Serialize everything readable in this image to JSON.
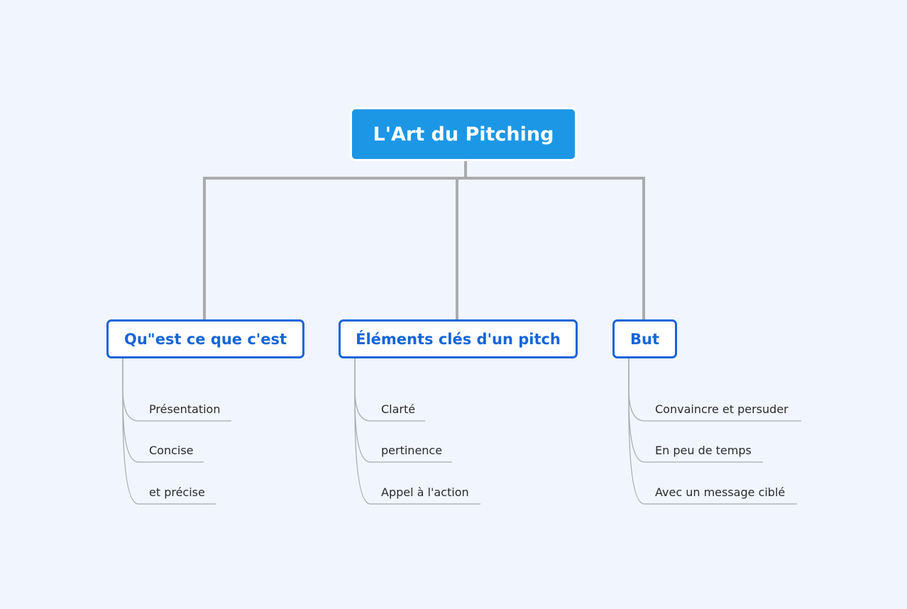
{
  "root": {
    "title": "L'Art du Pitching"
  },
  "branches": [
    {
      "title": "Qu\"est ce que c'est",
      "items": [
        "Présentation",
        "Concise",
        "et précise"
      ]
    },
    {
      "title": "Éléments clés d'un pitch",
      "items": [
        "Clarté",
        "pertinence",
        "Appel à l'action"
      ]
    },
    {
      "title": "But",
      "items": [
        "Convaincre et persuder",
        "En peu de temps",
        "Avec un message ciblé"
      ]
    }
  ],
  "colors": {
    "background": "#f1f5fd",
    "root_fill": "#1c97e6",
    "topic_border": "#1565d8",
    "trunk_line": "#a9abae",
    "sub_line": "#a8abb0"
  }
}
